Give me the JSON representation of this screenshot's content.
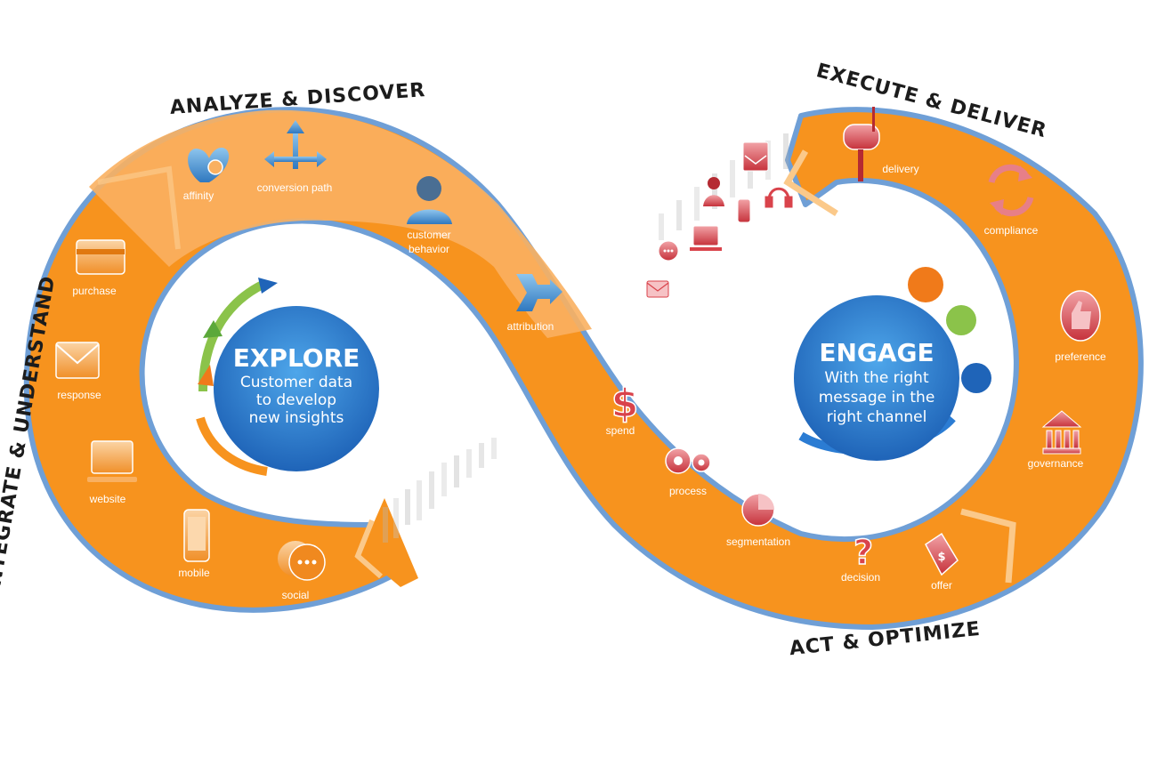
{
  "stages": {
    "analyze": "ANALYZE & DISCOVER",
    "execute": "EXECUTE & DELIVER",
    "integrate": "INTEGRATE & UNDERSTAND",
    "act": "ACT & OPTIMIZE"
  },
  "explore": {
    "title": "EXPLORE",
    "line1": "Customer data",
    "line2": "to develop",
    "line3": "new insights"
  },
  "engage": {
    "title": "ENGAGE",
    "line1": "With the right",
    "line2": "message in the",
    "line3": "right channel"
  },
  "nodes": {
    "affinity": "affinity",
    "conversion_path": "conversion path",
    "customer_behavior_1": "customer",
    "customer_behavior_2": "behavior",
    "attribution": "attribution",
    "purchase": "purchase",
    "response": "response",
    "website": "website",
    "mobile": "mobile",
    "social": "social",
    "spend": "spend",
    "process": "process",
    "segmentation": "segmentation",
    "decision": "decision",
    "offer": "offer",
    "delivery": "delivery",
    "compliance": "compliance",
    "preference": "preference",
    "governance": "governance"
  },
  "icons": {
    "affinity": "heart-icon",
    "conversion_path": "branching-arrows-icon",
    "customer_behavior": "person-icon",
    "attribution": "merge-arrow-icon",
    "purchase": "credit-card-icon",
    "response": "envelope-icon",
    "website": "monitor-icon",
    "mobile": "smartphone-icon",
    "social": "chat-bubble-icon",
    "spend": "dollar-icon",
    "process": "gears-icon",
    "segmentation": "pie-chart-icon",
    "decision": "question-mark-icon",
    "offer": "price-tag-icon",
    "delivery": "mailbox-icon",
    "compliance": "cycle-arrows-icon",
    "preference": "thumbs-up-icon",
    "governance": "building-icon"
  },
  "colors": {
    "band": "#f7931e",
    "band_light": "#f9b061",
    "band_outline": "#6f9fd6",
    "circle_blue": "#2b7cd3",
    "text_dark": "#1c1c1c",
    "icon_red": "#d9434b"
  }
}
